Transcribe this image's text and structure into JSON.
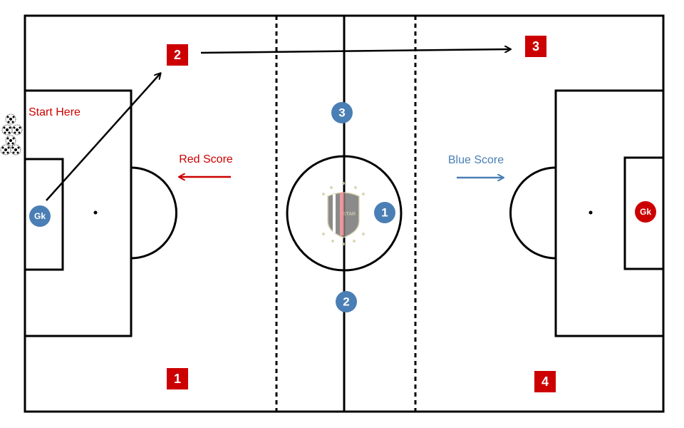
{
  "labels": {
    "start_here": "Start Here",
    "red_score": "Red Score",
    "blue_score": "Blue Score"
  },
  "red_markers": [
    "2",
    "3",
    "1",
    "4"
  ],
  "blue_players": [
    "3",
    "1",
    "2"
  ],
  "goalkeepers": {
    "left": "Gk",
    "right": "Gk"
  },
  "logo_text": "STAR",
  "colors": {
    "red": "#cc0000",
    "blue": "#4a7fb5",
    "line": "#000000",
    "red_arrow": "#cc0000",
    "blue_arrow": "#4a7fb5"
  }
}
